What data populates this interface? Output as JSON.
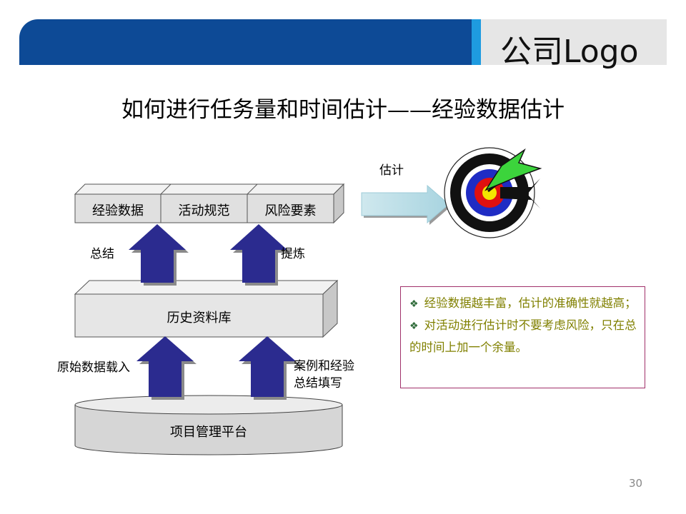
{
  "header": {
    "logo_text": "公司Logo"
  },
  "title": "如何进行任务量和时间估计——经验数据估计",
  "top_boxes": [
    "经验数据",
    "活动规范",
    "风险要素"
  ],
  "history_db": "历史资料库",
  "platform": "项目管理平台",
  "labels": {
    "summarize": "总结",
    "refine": "提炼",
    "raw_data_load": "原始数据载入",
    "case_line1": "案例和经验",
    "case_line2": "总结填写",
    "estimate": "估计"
  },
  "notes": [
    "经验数据越丰富，估计的准确性就越高；",
    "对活动进行估计时不要考虑风险，只在总的时间上加一个余量。"
  ],
  "bullet_glyph": "❖",
  "page_number": "30",
  "colors": {
    "header_blue": "#0d4a96",
    "header_stripe": "#1e9be0",
    "arrow_navy": "#2b2b8f",
    "note_text": "#808000",
    "note_border": "#a0306a"
  }
}
